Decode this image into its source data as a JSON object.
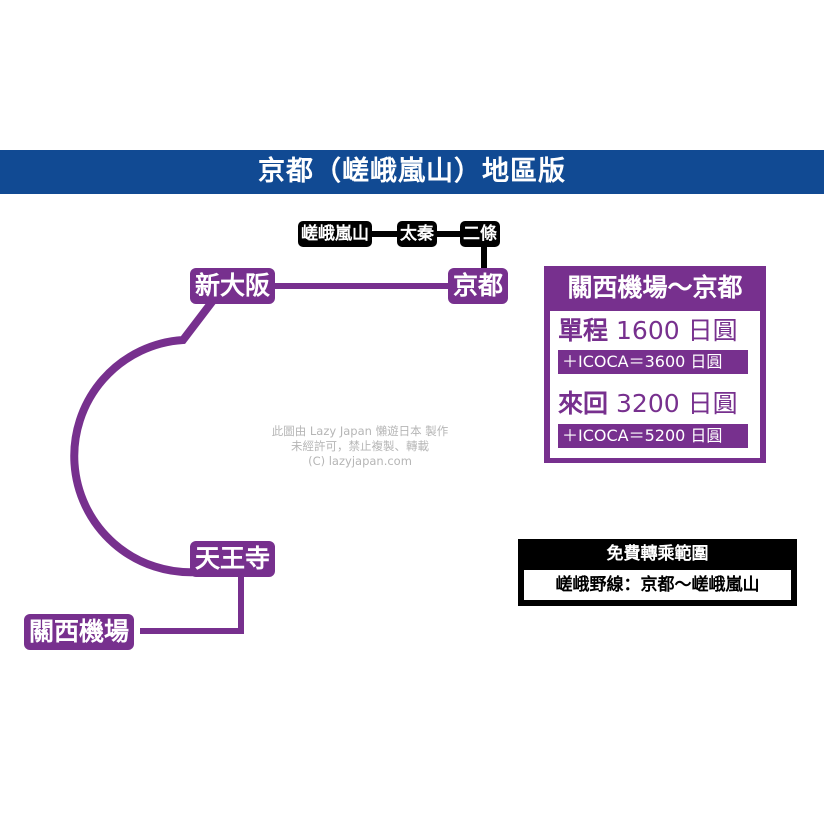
{
  "title": "京都（嵯峨嵐山）地區版",
  "colors": {
    "banner": "#114a93",
    "jr_line": "#77308e",
    "sagano_line": "#000000"
  },
  "stations": {
    "sagaarashiyama": "嵯峨嵐山",
    "uzumasa": "太秦",
    "nijo": "二條",
    "kyoto": "京都",
    "shinosaka": "新大阪",
    "tennoji": "天王寺",
    "kansai_airport": "關西機場"
  },
  "credit": {
    "line1": "此圖由 Lazy Japan 懶遊日本 製作",
    "line2": "未經許可，禁止複製、轉載",
    "line3": "(C) lazyjapan.com"
  },
  "fare": {
    "title": "關西機場～京都",
    "oneway_label": "單程",
    "oneway_price": "1600 日圓",
    "oneway_icoca": "＋ICOCA＝3600 日圓",
    "return_label": "來回",
    "return_price": "3200 日圓",
    "return_icoca": "＋ICOCA＝5200 日圓"
  },
  "free_range": {
    "title": "免費轉乘範圍",
    "line": "嵯峨野線：京都～嵯峨嵐山"
  }
}
